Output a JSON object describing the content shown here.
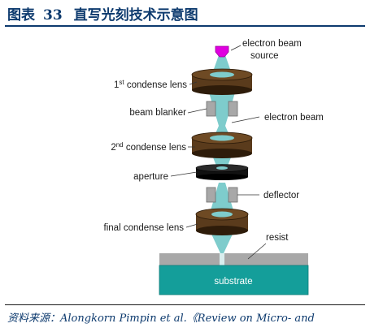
{
  "header": {
    "prefix": "图表",
    "number": "33",
    "title": "直写光刻技术示意图"
  },
  "labels": {
    "source_line1": "electron beam",
    "source_line2": "source",
    "condense1_base": "1",
    "condense1_sup": "st",
    "condense1_rest": " condense lens",
    "beam_blanker": "beam blanker",
    "electron_beam": "electron beam",
    "condense2_base": "2",
    "condense2_sup": "nd",
    "condense2_rest": " condense lens",
    "aperture": "aperture",
    "deflector": "deflector",
    "final_lens": "final condense lens",
    "resist": "resist",
    "substrate": "substrate"
  },
  "footer": {
    "source": "资料来源：Alongkorn Pimpin et al.《Review on Micro- and"
  },
  "colors": {
    "title": "#0d3a6e",
    "beam": "#7ecccc",
    "lens": "#5a3b1c",
    "lens_dark": "#2e1c0a",
    "aperture": "#111111",
    "gun": "#e000e0",
    "block": "#a8a8a8",
    "resist": "#a8a8a8",
    "substrate": "#149e9a"
  }
}
